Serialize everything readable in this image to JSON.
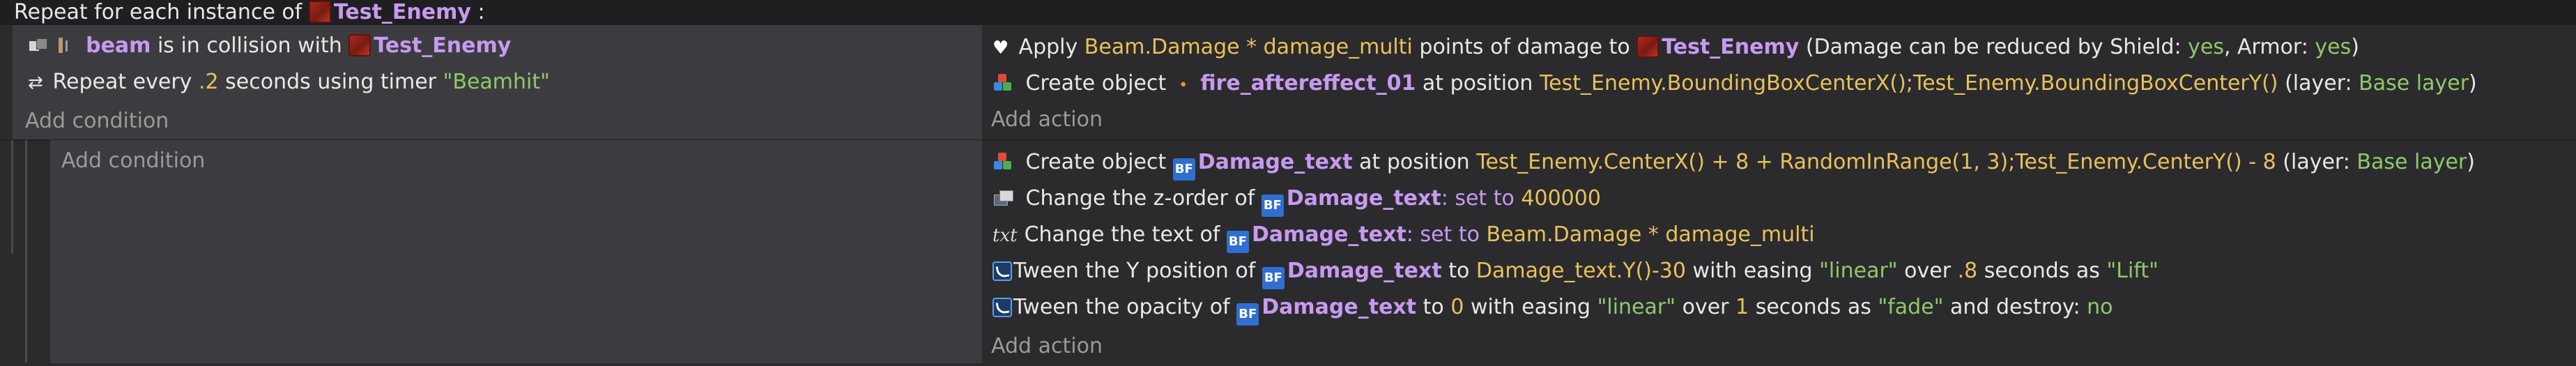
{
  "header": {
    "prefix": "Repeat for each instance of",
    "object": "Test_Enemy",
    "suffix": ":"
  },
  "event1": {
    "conditions": [
      {
        "object": "beam",
        "text": "is in collision with",
        "target": "Test_Enemy"
      },
      {
        "prefix": "Repeat every",
        "interval": ".2",
        "mid": "seconds using timer",
        "timer": "\"Beamhit\""
      }
    ],
    "add_condition": "Add condition",
    "actions": {
      "apply": {
        "text1": "Apply",
        "expr": "Beam.Damage * damage_multi",
        "text2": "points of damage to",
        "target": "Test_Enemy",
        "text3": "(Damage can be reduced by Shield:",
        "shield": "yes",
        "text4": ", Armor:",
        "armor": "yes",
        "text5": ")"
      },
      "create": {
        "text1": "Create object",
        "object": "fire_aftereffect_01",
        "text2": "at position",
        "pos": "Test_Enemy.BoundingBoxCenterX();Test_Enemy.BoundingBoxCenterY()",
        "text3": "(layer:",
        "layer": "Base layer",
        "text4": ")"
      }
    },
    "add_action": "Add action"
  },
  "event2": {
    "add_condition": "Add condition",
    "actions": {
      "create": {
        "text1": "Create object",
        "object": "Damage_text",
        "text2": "at position",
        "pos": "Test_Enemy.CenterX() + 8 + RandomInRange(1, 3);Test_Enemy.CenterY() - 8",
        "text3": "(layer:",
        "layer": "Base layer",
        "text4": ")"
      },
      "zorder": {
        "text1": "Change the z-order of",
        "object": "Damage_text",
        "text2": ": set to",
        "value": "400000"
      },
      "settext": {
        "icon_label": "txt",
        "text1": "Change the text of",
        "object": "Damage_text",
        "text2": ": set to",
        "value": "Beam.Damage * damage_multi"
      },
      "tween_y": {
        "text1": "Tween the Y position of",
        "object": "Damage_text",
        "text2": "to",
        "value": "Damage_text.Y()-30",
        "text3": "with easing",
        "easing": "\"linear\"",
        "text4": "over",
        "duration": ".8",
        "text5": "seconds as",
        "name": "\"Lift\""
      },
      "tween_opacity": {
        "text1": "Tween the opacity of",
        "object": "Damage_text",
        "text2": "to",
        "value": "0",
        "text3": "with easing",
        "easing": "\"linear\"",
        "text4": "over",
        "duration": "1",
        "text5": "seconds as",
        "name": "\"fade\"",
        "text6": "and destroy:",
        "destroy": "no"
      }
    },
    "add_action": "Add action"
  },
  "icons": {
    "bf_label": "BF"
  }
}
